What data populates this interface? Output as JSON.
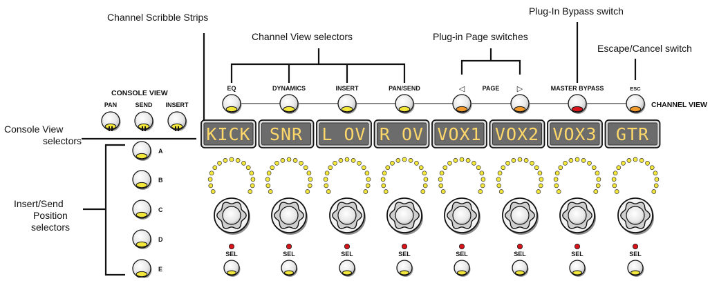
{
  "callouts": {
    "scribble_strips": "Channel Scribble Strips",
    "channel_view_selectors": "Channel View selectors",
    "plugin_page_switches": "Plug-in Page switches",
    "plugin_bypass_switch": "Plug-In Bypass switch",
    "escape_cancel_switch": "Escape/Cancel switch",
    "console_view_selectors_line1": "Console View",
    "console_view_selectors_line2": "selectors",
    "insert_send_line1": "Insert/Send",
    "insert_send_line2": "Position",
    "insert_send_line3": "selectors"
  },
  "console_view": {
    "title": "CONSOLE VIEW",
    "buttons": [
      "PAN",
      "SEND",
      "INSERT"
    ]
  },
  "channel_view": {
    "title": "CHANNEL VIEW",
    "buttons": [
      {
        "label": "EQ",
        "led": "yellow"
      },
      {
        "label": "DYNAMICS",
        "led": "yellow"
      },
      {
        "label": "INSERT",
        "led": "yellow"
      },
      {
        "label": "PAN/SEND",
        "led": "yellow"
      },
      {
        "label": "◁",
        "led": "orange"
      },
      {
        "label": "▷",
        "led": "orange"
      },
      {
        "label": "MASTER BYPASS",
        "led": "red"
      },
      {
        "label": "ESC",
        "led": "orange"
      }
    ],
    "page_label": "PAGE"
  },
  "scribble_strips": [
    "KICK",
    "SNR",
    "L OV",
    "R OV",
    "VOX1",
    "VOX2",
    "VOX3",
    "GTR"
  ],
  "position_selectors": [
    "A",
    "B",
    "C",
    "D",
    "E"
  ],
  "sel_label": "SEL",
  "colors": {
    "led_yellow": "#f2e73a",
    "led_orange": "#f39a2c",
    "led_red": "#d8151b",
    "sel_led": "#d8151b",
    "lcd_background": "#6c6c6c",
    "lcd_text": "#ffd86a",
    "ring_led": "#f2e73a"
  }
}
